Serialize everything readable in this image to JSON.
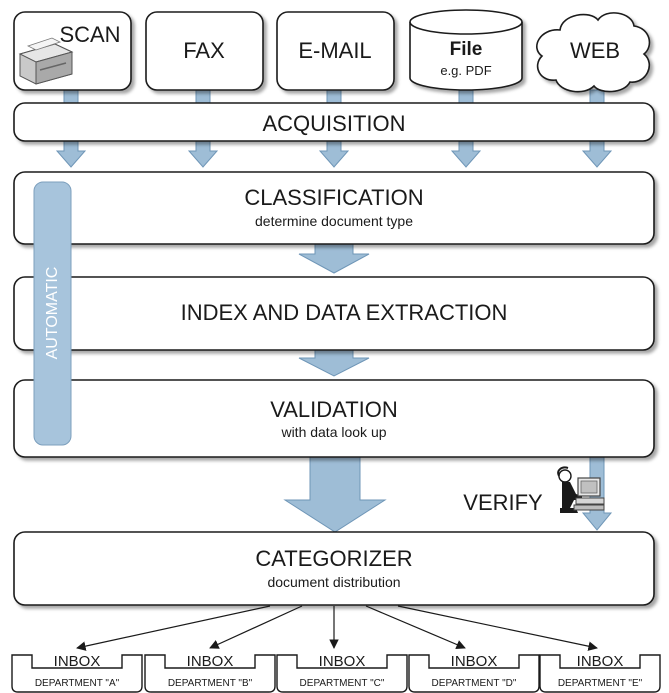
{
  "sources": {
    "scan": "SCAN",
    "fax": "FAX",
    "email": "E-MAIL",
    "file_title": "File",
    "file_sub": "e.g. PDF",
    "web": "WEB"
  },
  "stages": {
    "acquisition": "ACQUISITION",
    "classification_title": "CLASSIFICATION",
    "classification_sub": "determine document type",
    "extraction": "INDEX AND DATA EXTRACTION",
    "validation_title": "VALIDATION",
    "validation_sub": "with data look up",
    "categorizer_title": "CATEGORIZER",
    "categorizer_sub": "document distribution"
  },
  "side_labels": {
    "automatic": "AUTOMATIC",
    "verify": "VERIFY"
  },
  "inboxes": [
    {
      "title": "INBOX",
      "department": "DEPARTMENT \"A\""
    },
    {
      "title": "INBOX",
      "department": "DEPARTMENT \"B\""
    },
    {
      "title": "INBOX",
      "department": "DEPARTMENT \"C\""
    },
    {
      "title": "INBOX",
      "department": "DEPARTMENT \"D\""
    },
    {
      "title": "INBOX",
      "department": "DEPARTMENT \"E\""
    }
  ],
  "colors": {
    "arrow_fill": "#9ebdd6",
    "arrow_stroke": "#6f96b7",
    "automatic_bar": "#a7c4dc",
    "box_stroke": "#1a1a1a"
  }
}
